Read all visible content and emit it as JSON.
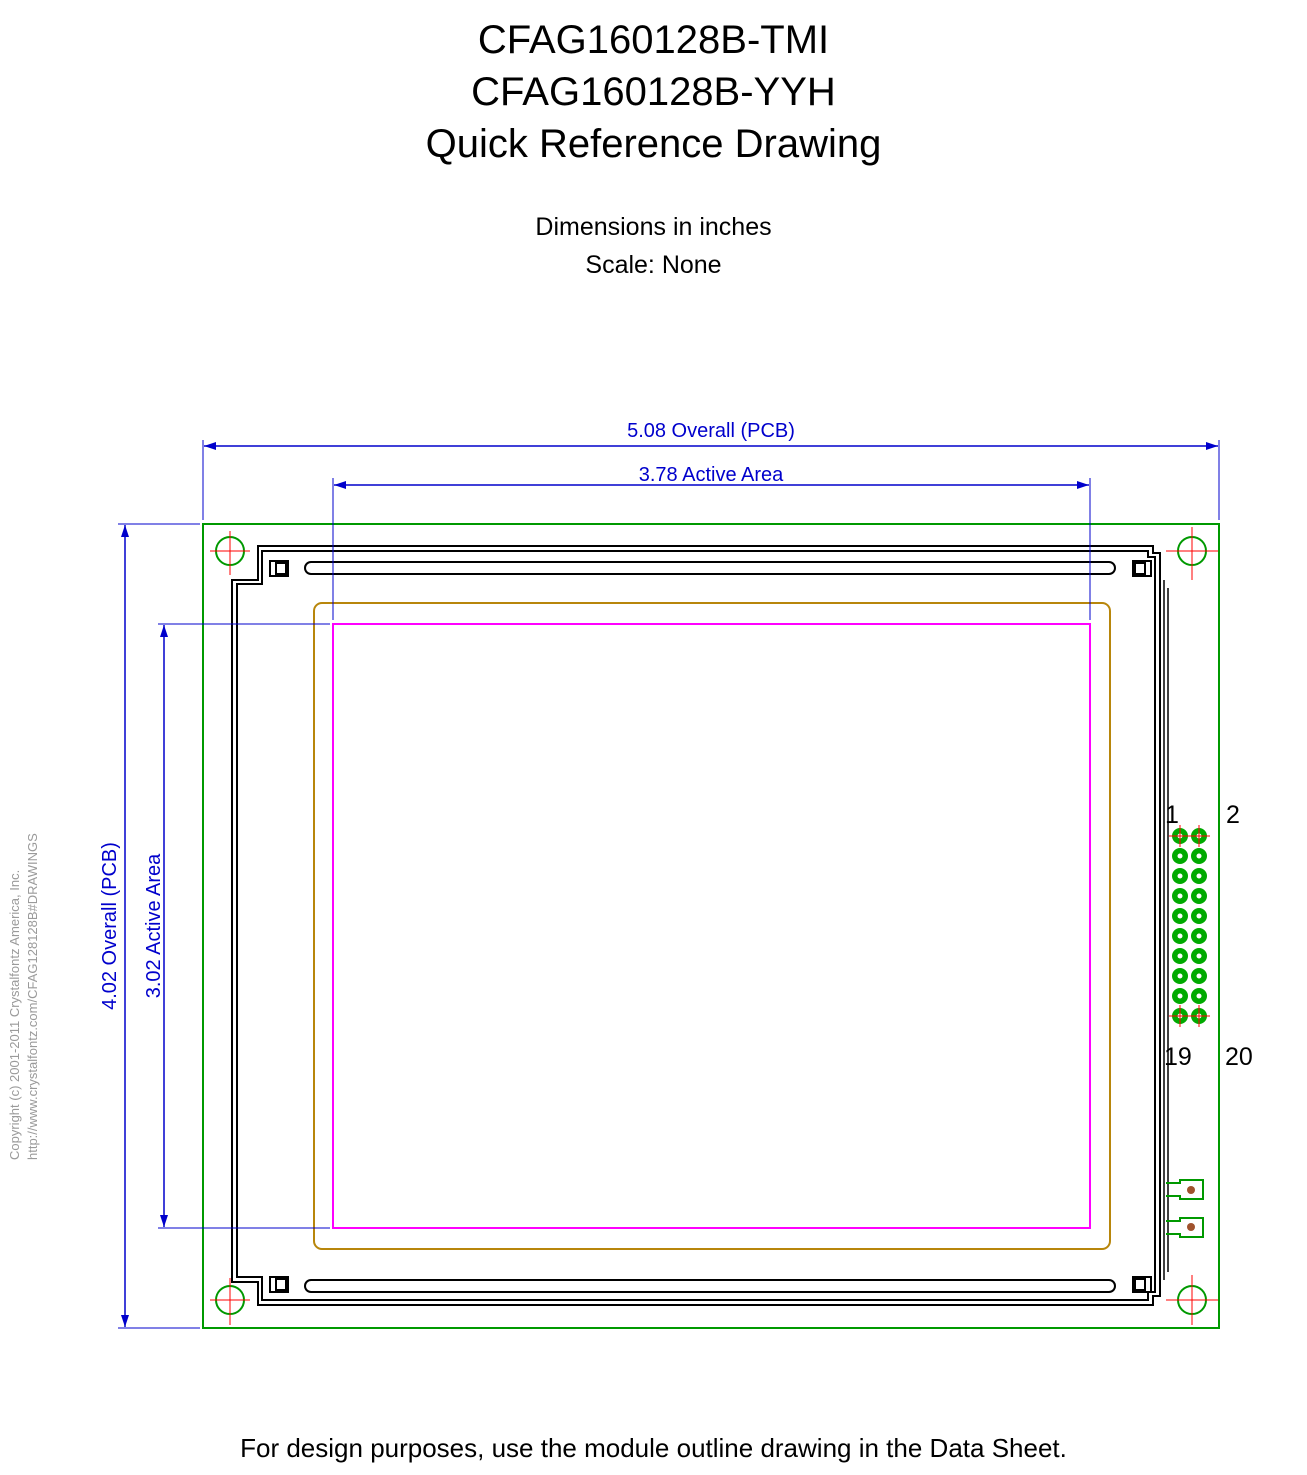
{
  "title": {
    "line1": "CFAG160128B-TMI",
    "line2": "CFAG160128B-YYH",
    "line3": "Quick Reference Drawing"
  },
  "subtitle": {
    "units": "Dimensions in inches",
    "scale": "Scale: None"
  },
  "dimensions": {
    "overall_width": "5.08 Overall (PCB)",
    "active_width": "3.78 Active Area",
    "overall_height": "4.02 Overall (PCB)",
    "active_height": "3.02 Active Area"
  },
  "pins": {
    "pin1": "1",
    "pin2": "2",
    "pin19": "19",
    "pin20": "20"
  },
  "copyright": {
    "line1": "Copyright (c) 2001-2011 Crystalfontz America, Inc.",
    "line2": "http://www.crystalfontz.com/CFAG128128B#DRAWINGS"
  },
  "footer": "For design purposes, use the module outline drawing in the Data Sheet.",
  "colors": {
    "pcb": "#009900",
    "dimension": "#0000cc",
    "bezel": "#b8860b",
    "active_area": "#ff00ff",
    "center_mark": "#ff0000",
    "outline": "#000000"
  }
}
